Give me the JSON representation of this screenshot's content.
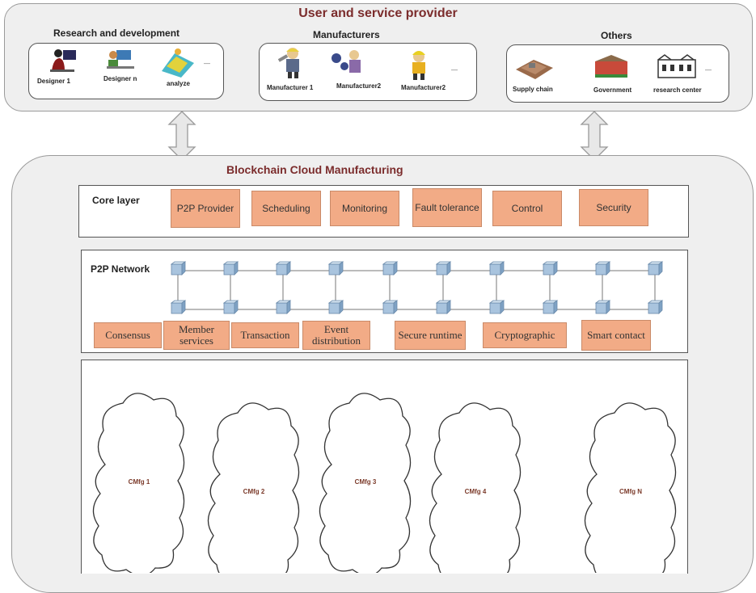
{
  "top": {
    "title": "User  and service provider",
    "groups": [
      {
        "title": "Research and development",
        "items": [
          "Designer 1",
          "Designer n",
          "analyze"
        ],
        "ellipsis": "—"
      },
      {
        "title": "Manufacturers",
        "items": [
          "Manufacturer 1",
          "Manufacturer2",
          "Manufacturer2"
        ],
        "ellipsis": "—"
      },
      {
        "title": "Others",
        "items": [
          "Supply chain",
          "Government",
          "research center"
        ],
        "ellipsis": "—"
      }
    ]
  },
  "main": {
    "title": "Blockchain Cloud Manufacturing",
    "core_layer": {
      "label": "Core layer",
      "items": [
        "P2P Provider",
        "Scheduling",
        "Monitoring",
        "Fault tolerance",
        "Control",
        "Security"
      ]
    },
    "p2p": {
      "label": "P2P Network",
      "items": [
        "Consensus",
        "Member services",
        "Transaction",
        "Event distribution",
        "Secure runtime",
        "Cryptographic",
        "Smart contact"
      ]
    },
    "clouds": [
      "CMfg 1",
      "CMfg 2",
      "CMfg 3",
      "CMfg 4",
      "CMfg N"
    ]
  },
  "colors": {
    "title": "#7b2c2c",
    "orange_box": "#f2ab86",
    "panel": "#efefef",
    "node": "#a9c4de"
  }
}
